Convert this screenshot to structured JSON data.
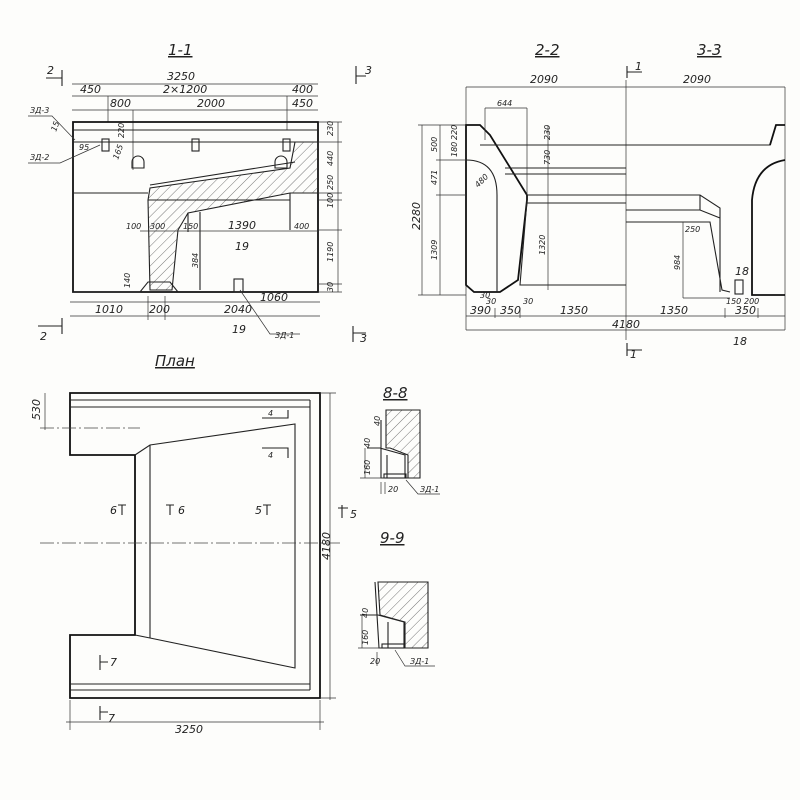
{
  "section_1_1": {
    "title": "1-1",
    "cut_labels": [
      "2",
      "2",
      "3",
      "3"
    ],
    "dims_top": [
      "3250",
      "450",
      "2×1200",
      "400",
      "800",
      "2000",
      "450"
    ],
    "dims_right": [
      "230",
      "440",
      "250",
      "100",
      "1190",
      "30"
    ],
    "dims_inner": [
      "100",
      "300",
      "150",
      "1390",
      "400",
      "384",
      "140",
      "15",
      "95",
      "220",
      "165"
    ],
    "dims_bottom": [
      "1010",
      "200",
      "2040",
      "1060"
    ],
    "part_labels": [
      "ЗД-3",
      "ЗД-2",
      "ЗД-1"
    ],
    "node_labels": [
      "19",
      "19"
    ]
  },
  "section_2_2": {
    "title": "2-2",
    "dims": [
      "2090",
      "644",
      "500",
      "220",
      "180",
      "230",
      "730",
      "471",
      "480",
      "2280",
      "1309",
      "1320",
      "30",
      "30",
      "30",
      "390",
      "350",
      "1350"
    ]
  },
  "section_3_3": {
    "title": "3-3",
    "dims": [
      "2090",
      "250",
      "984",
      "150",
      "200",
      "350",
      "1350",
      "4180"
    ],
    "cut_labels": [
      "1",
      "1"
    ],
    "node_labels": [
      "18",
      "18"
    ]
  },
  "plan": {
    "title": "План",
    "dims": [
      "530",
      "4180",
      "3250"
    ],
    "cut_labels": [
      "4",
      "4",
      "6",
      "6",
      "5",
      "5",
      "7",
      "7"
    ]
  },
  "section_8_8": {
    "title": "8-8",
    "dims": [
      "40",
      "40",
      "160",
      "20"
    ],
    "part_label": "ЗД-1"
  },
  "section_9_9": {
    "title": "9-9",
    "dims": [
      "40",
      "160",
      "20"
    ],
    "part_label": "ЗД-1"
  }
}
